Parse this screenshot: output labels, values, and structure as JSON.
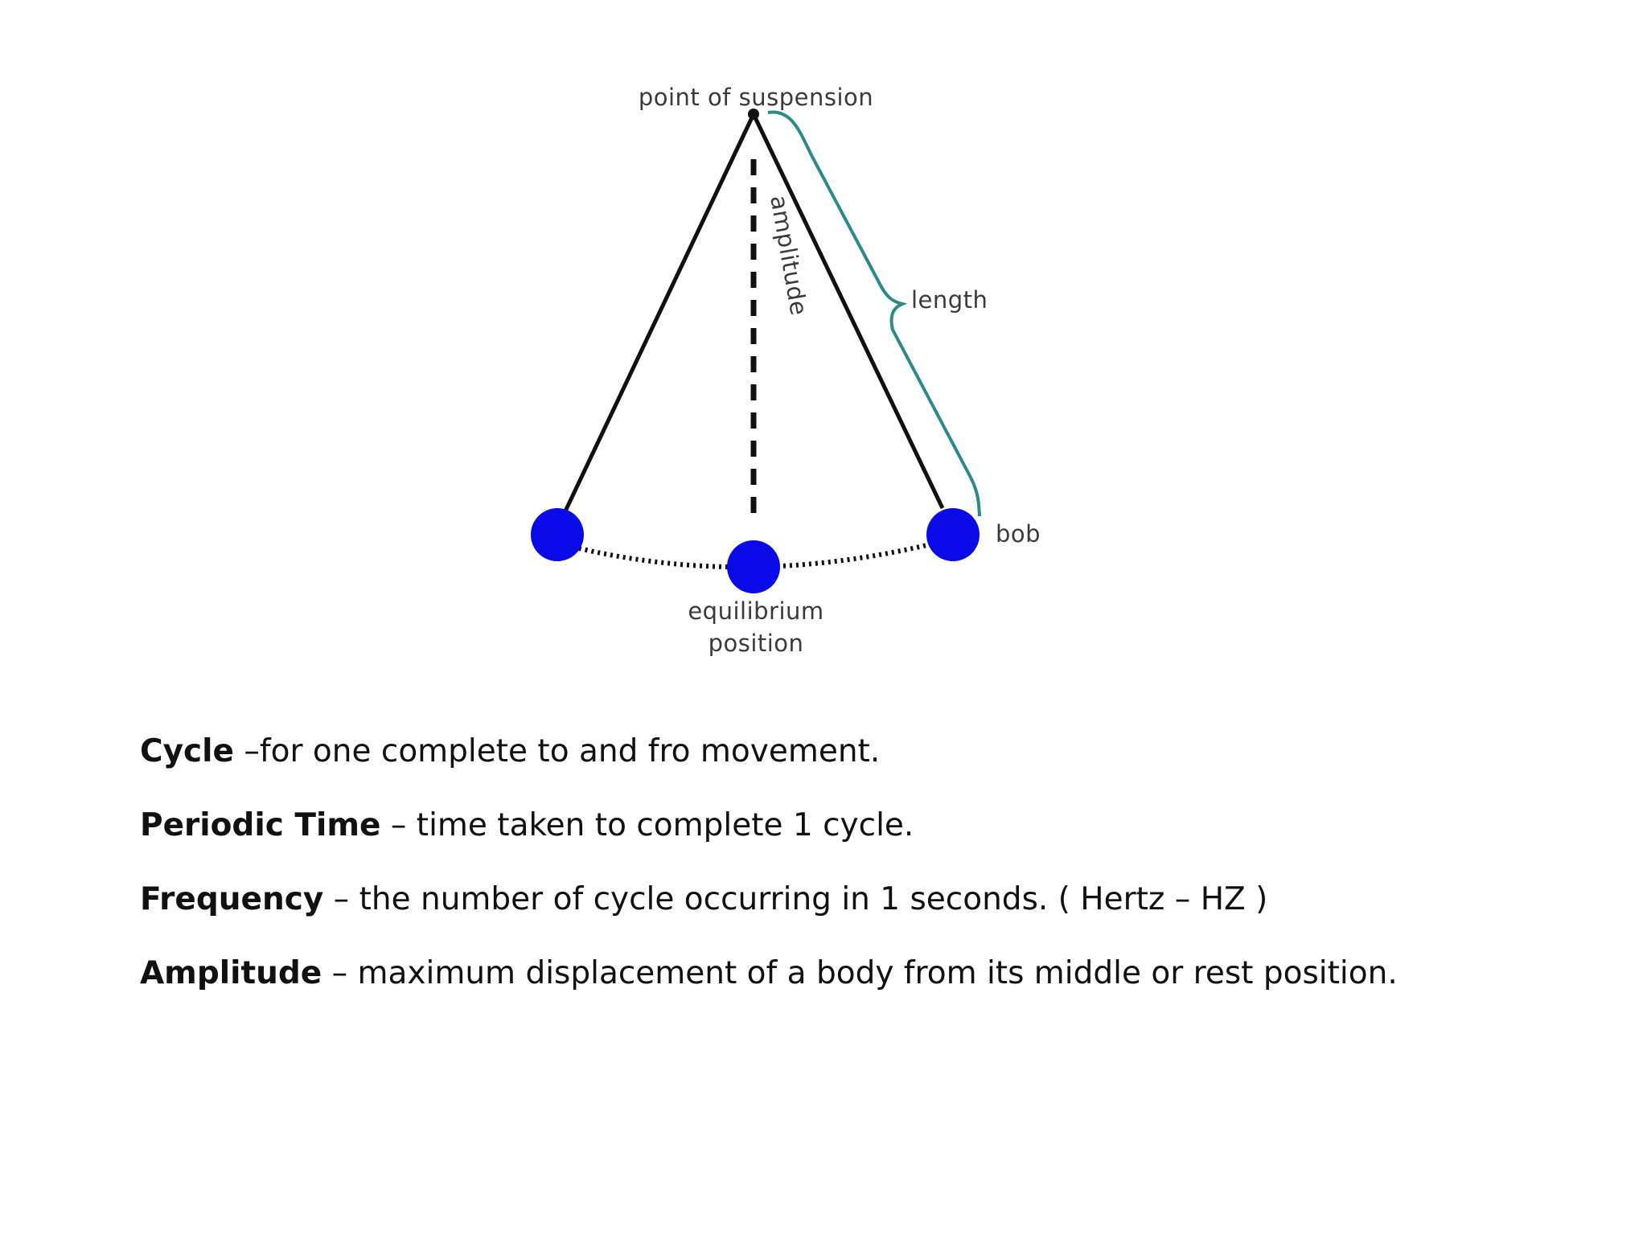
{
  "colors": {
    "bob": "#0a0ae6",
    "bracket": "#2a8a8a",
    "line": "#111111",
    "label": "#3a3a3a",
    "text": "#111111"
  },
  "diagram": {
    "labels": {
      "point_of_suspension": "point of suspension",
      "amplitude": "amplitude",
      "length": "length",
      "bob": "bob",
      "equilibrium_line1": "equilibrium",
      "equilibrium_line2": "position"
    }
  },
  "definitions": [
    {
      "term": "Cycle",
      "text": " –for one complete to and fro movement."
    },
    {
      "term": "Periodic Time",
      "text": " – time taken to complete 1 cycle."
    },
    {
      "term": "Frequency",
      "text": " – the number of cycle occurring in 1 seconds. ( Hertz – HZ )"
    },
    {
      "term": "Amplitude",
      "text": " – maximum displacement of a body from its middle or rest position."
    }
  ]
}
